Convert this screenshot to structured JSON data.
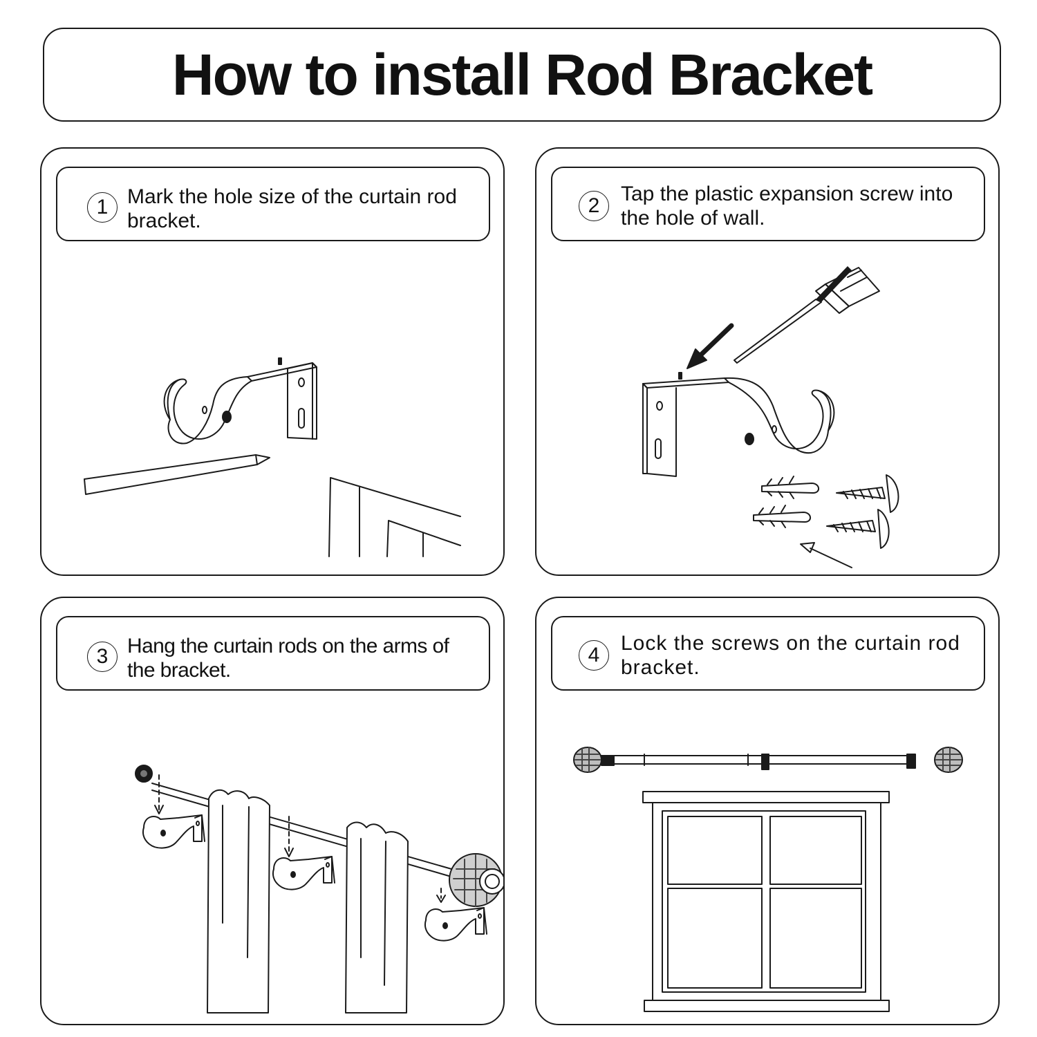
{
  "title": "How to install Rod Bracket",
  "steps": [
    {
      "number": "1",
      "text": "Mark the hole size of the curtain rod bracket."
    },
    {
      "number": "2",
      "text": "Tap the plastic expansion screw into the hole of wall."
    },
    {
      "number": "3",
      "text": "Hang the curtain rods on the arms of the bracket."
    },
    {
      "number": "4",
      "text": "Lock the screws on the curtain rod bracket."
    }
  ],
  "icons": [
    "curtain-rod-bracket-icon",
    "pencil-icon",
    "window-frame-icon",
    "screwdriver-icon",
    "arrow-icon",
    "expansion-anchor-icon",
    "screw-icon",
    "curtain-rod-icon",
    "curtain-panel-icon",
    "finial-icon",
    "window-icon"
  ]
}
